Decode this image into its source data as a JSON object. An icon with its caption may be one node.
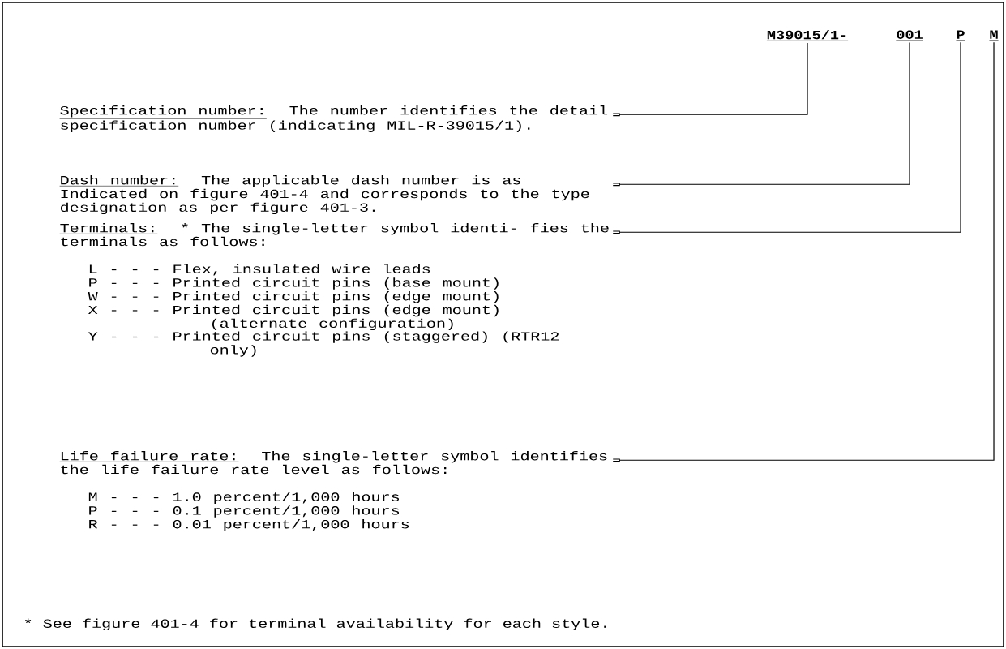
{
  "diagram": {
    "nodes": [
      {
        "text": [
          "M39015/1-"
        ]
      },
      {
        "text": [
          "001"
        ]
      },
      {
        "text": [
          "P"
        ]
      },
      {
        "text": [
          "M"
        ]
      },
      {
        "text": [
          "Specification number:",
          "The number identifies the detail specification number (indicating MIL-R-39015/1)."
        ]
      },
      {
        "text": [
          "Dash number:",
          "The applicable dash number is as Indicated on figure 401-4 and corresponds to the type designation as per figure 401-3."
        ]
      },
      {
        "text": [
          "Terminals:",
          "* The single-letter symbol identi- fies the terminals as follows:",
          "L - - - Flex, insulated wire leads",
          "P - - - Printed circuit pins (base mount)",
          "W - - - Printed circuit pins (edge mount)",
          "X - - - Printed circuit pins (edge mount) (alternate configuration)",
          "Y - - - Printed circuit pins (staggered) (RTR12 only)"
        ]
      },
      {
        "text": [
          "Life failure rate:",
          "The single-letter symbol identifies the life failure rate level as follows:",
          "M - - - 1.0 percent/1,000 hours",
          "P - - - 0.1 percent/1,000 hours",
          "R - - - 0.01 percent/1,000 hours"
        ]
      }
    ],
    "edges": [
      {
        "from": 0,
        "to": 4,
        "arrow": "none"
      },
      {
        "from": 1,
        "to": 5,
        "arrow": "none"
      },
      {
        "from": 2,
        "to": 6,
        "arrow": "none"
      },
      {
        "from": 3,
        "to": 7,
        "arrow": "none"
      }
    ],
    "labels": [
      "* See figure 401-4 for terminal availability for each style."
    ]
  }
}
